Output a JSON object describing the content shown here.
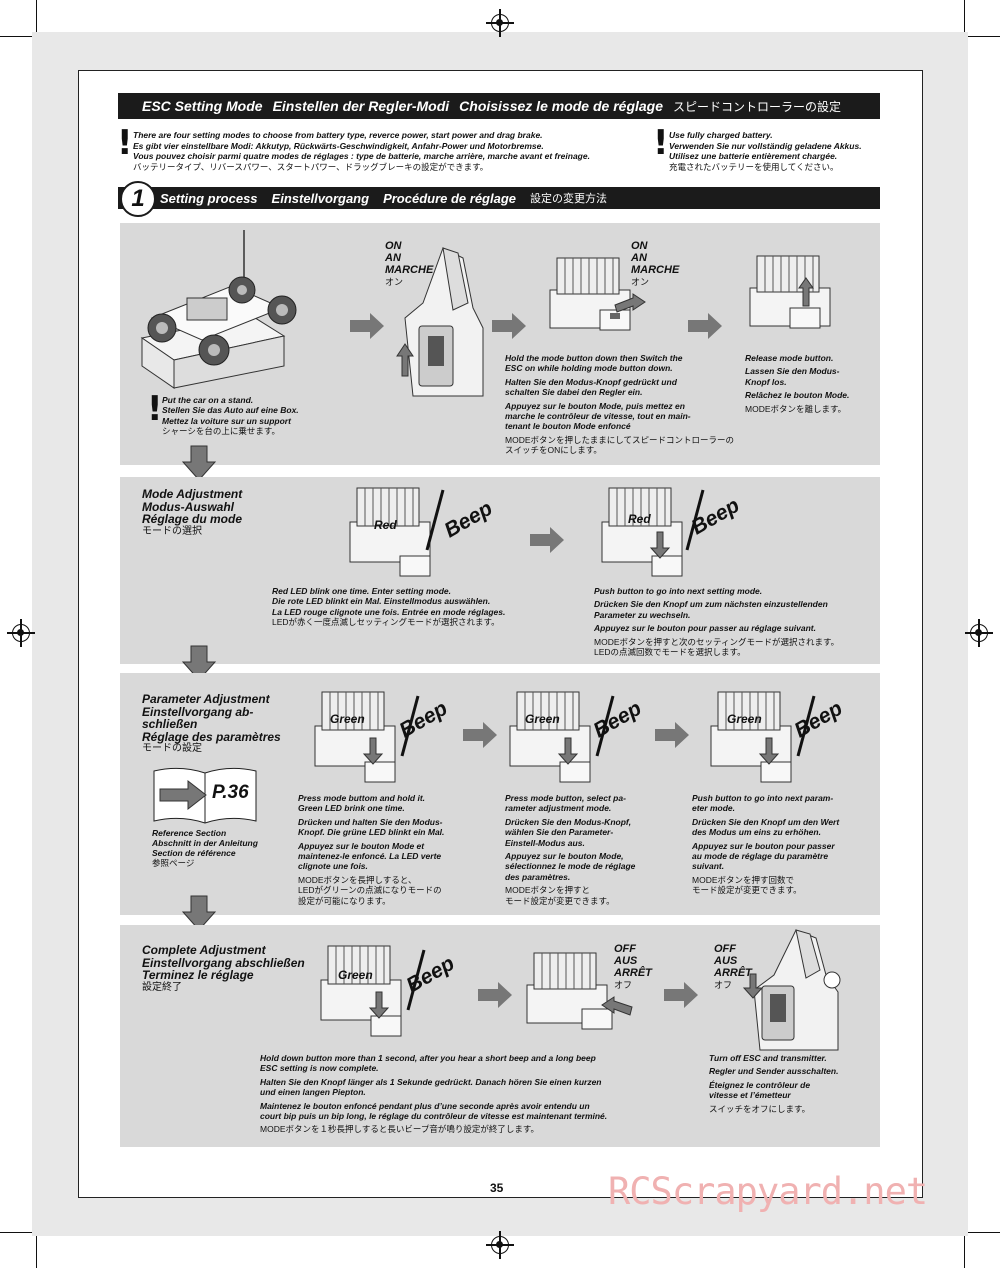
{
  "header": {
    "title_en": "ESC Setting Mode",
    "title_de": "Einstellen der Regler-Modi",
    "title_fr": "Choisissez le mode de réglage",
    "title_jp": "スピードコントローラーの設定"
  },
  "notice_left": {
    "en": "There are four setting modes to choose from battery type, reverce power, start power and drag brake.",
    "de": "Es gibt vier einstellbare Modi: Akkutyp, Rückwärts-Geschwindigkeit, Anfahr-Power und Motorbremse.",
    "fr": "Vous pouvez choisir parmi quatre modes de réglages : type de batterie, marche arrière, marche avant et freinage.",
    "jp": "バッテリータイプ、リバースパワー、スタートパワー、ドラッグブレーキの設定ができます。"
  },
  "notice_right": {
    "en": "Use fully charged battery.",
    "de": "Verwenden Sie nur vollständig geladene Akkus.",
    "fr": "Utilisez une batterie entièrement chargée.",
    "jp": "充電されたバッテリーを使用してください。"
  },
  "step": {
    "number": "1",
    "en": "Setting process",
    "de": "Einstellvorgang",
    "fr": "Procédure de réglage",
    "jp": "設定の変更方法"
  },
  "panel1": {
    "stand": {
      "en": "Put the car on a stand.",
      "de": "Stellen Sie das Auto auf eine Box.",
      "fr": "Mettez la voiture sur un support",
      "jp": "シャーシを台の上に乗せます。"
    },
    "on_label_1": {
      "en": "ON",
      "de": "AN",
      "fr": "MARCHE",
      "jp": "オン"
    },
    "on_label_2": {
      "en": "ON",
      "de": "AN",
      "fr": "MARCHE",
      "jp": "オン"
    },
    "hold": {
      "en1": "Hold the mode button down then Switch the",
      "en2": "ESC on while holding mode button down.",
      "de1": "Halten Sie den Modus-Knopf gedrückt und",
      "de2": "schalten Sie dabei den Regler ein.",
      "fr1": "Appuyez sur le bouton Mode, puis mettez en",
      "fr2": "marche le contrôleur de vitesse, tout en main-",
      "fr3": "tenant le bouton Mode enfoncé",
      "jp1": "MODEボタンを押したままにしてスピードコントローラーの",
      "jp2": "スイッチをONにします。"
    },
    "release": {
      "en": "Release mode button.",
      "de1": "Lassen Sie den Modus-",
      "de2": "Knopf los.",
      "fr": "Relâchez le bouton Mode.",
      "jp": "MODEボタンを離します。"
    }
  },
  "panel2": {
    "title": {
      "en": "Mode Adjustment",
      "de": "Modus-Auswahl",
      "fr": "Réglage du mode",
      "jp": "モードの選択"
    },
    "led_red": "Red",
    "beep": "Beep",
    "left_caption": {
      "en": "Red LED blink one time. Enter setting mode.",
      "de": "Die rote LED blinkt ein Mal. Einstellmodus auswählen.",
      "fr": "La LED rouge clignote une fois. Entrée en mode réglages.",
      "jp": "LEDが赤く一度点滅しセッティングモードが選択されます。"
    },
    "right_caption": {
      "en": "Push button to go into next setting mode.",
      "de1": "Drücken Sie den Knopf um zum nächsten einzustellenden",
      "de2": "Parameter zu wechseln.",
      "fr": "Appuyez sur le bouton pour passer au réglage suivant.",
      "jp1": "MODEボタンを押すと次のセッティングモードが選択されます。",
      "jp2": "LEDの点滅回数でモードを選択します。"
    }
  },
  "panel3": {
    "title": {
      "en": "Parameter Adjustment",
      "de1": "Einstellvorgang ab-",
      "de2": "schließen",
      "fr": "Réglage des paramètres",
      "jp": "モードの設定"
    },
    "led_green": "Green",
    "beep": "Beep",
    "ref": {
      "page": "P.36",
      "en": "Reference Section",
      "de": "Abschnitt in der Anleitung",
      "fr": "Section de référence",
      "jp": "参照ページ"
    },
    "cap1": {
      "en1": "Press mode buttom and hold it.",
      "en2": "Green LED brink one time.",
      "de1": "Drücken und halten Sie den Modus-",
      "de2": "Knopf. Die grüne LED blinkt ein Mal.",
      "fr1": "Appuyez sur le bouton Mode et",
      "fr2": "maintenez-le enfoncé. La LED verte",
      "fr3": "clignote une fois.",
      "jp1": "MODEボタンを長押しすると、",
      "jp2": "LEDがグリーンの点滅になりモードの",
      "jp3": "設定が可能になります。"
    },
    "cap2": {
      "en1": "Press mode button, select pa-",
      "en2": "rameter adjustment mode.",
      "de1": "Drücken Sie den Modus-Knopf,",
      "de2": "wählen Sie den Parameter-",
      "de3": "Einstell-Modus aus.",
      "fr1": "Appuyez sur le bouton Mode,",
      "fr2": "sélectionnez le mode de réglage",
      "fr3": "des paramètres.",
      "jp1": "MODEボタンを押すと",
      "jp2": "モード設定が変更できます。"
    },
    "cap3": {
      "en1": "Push button to go into next param-",
      "en2": "eter mode.",
      "de1": "Drücken Sie den Knopf um den Wert",
      "de2": "des Modus um eins zu erhöhen.",
      "fr1": "Appuyez sur le bouton pour passer",
      "fr2": "au mode de réglage du paramètre",
      "fr3": "suivant.",
      "jp1": "MODEボタンを押す回数で",
      "jp2": "モード設定が変更できます。"
    }
  },
  "panel4": {
    "title": {
      "en": "Complete Adjustment",
      "de": "Einstellvorgang abschließen",
      "fr": "Terminez le réglage",
      "jp": "設定終了"
    },
    "led_green": "Green",
    "beep": "Beep",
    "off_label_1": {
      "en": "OFF",
      "de": "AUS",
      "fr": "ARRÊT",
      "jp": "オフ"
    },
    "off_label_2": {
      "en": "OFF",
      "de": "AUS",
      "fr": "ARRÊT",
      "jp": "オフ"
    },
    "left_caption": {
      "en1": "Hold down button more than 1 second, after you hear a short beep and a long beep",
      "en2": "ESC setting is now complete.",
      "de1": "Halten Sie den Knopf länger als 1 Sekunde gedrückt. Danach hören Sie einen kurzen",
      "de2": "und einen langen Piepton.",
      "fr1": "Maintenez le bouton enfoncé pendant plus d’une seconde après avoir entendu un",
      "fr2": "court bip puis un bip long, le réglage du contrôleur de vitesse est maintenant terminé.",
      "jp": "MODEボタンを１秒長押しすると長いビープ音が鳴り設定が終了します。"
    },
    "right_caption": {
      "en": "Turn off ESC and transmitter.",
      "de": "Regler und Sender ausschalten.",
      "fr1": "Éteignez le contrôleur de",
      "fr2": "vitesse et l’émetteur",
      "jp": "スイッチをオフにします。"
    }
  },
  "footer": {
    "page_number": "35",
    "watermark": "RCScrapyard.net"
  }
}
